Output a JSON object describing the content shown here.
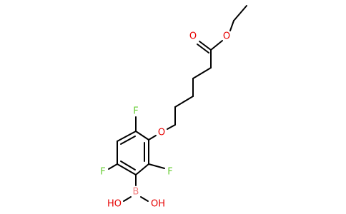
{
  "structure": {
    "atoms": {
      "o_carbonyl": {
        "label": "O",
        "color": "#e60000"
      },
      "o_ester": {
        "label": "O",
        "color": "#e60000"
      },
      "o_ether": {
        "label": "O",
        "color": "#e60000"
      },
      "f_top": {
        "label": "F",
        "color": "#66cc33"
      },
      "f_left": {
        "label": "F",
        "color": "#66cc33"
      },
      "f_right": {
        "label": "F",
        "color": "#66cc33"
      },
      "boron": {
        "label": "B",
        "color": "#f08080"
      },
      "oh_left": {
        "label": "HO",
        "color": "#e60000"
      },
      "oh_right": {
        "label": "OH",
        "color": "#e60000"
      }
    },
    "bond_color": "#000000"
  }
}
